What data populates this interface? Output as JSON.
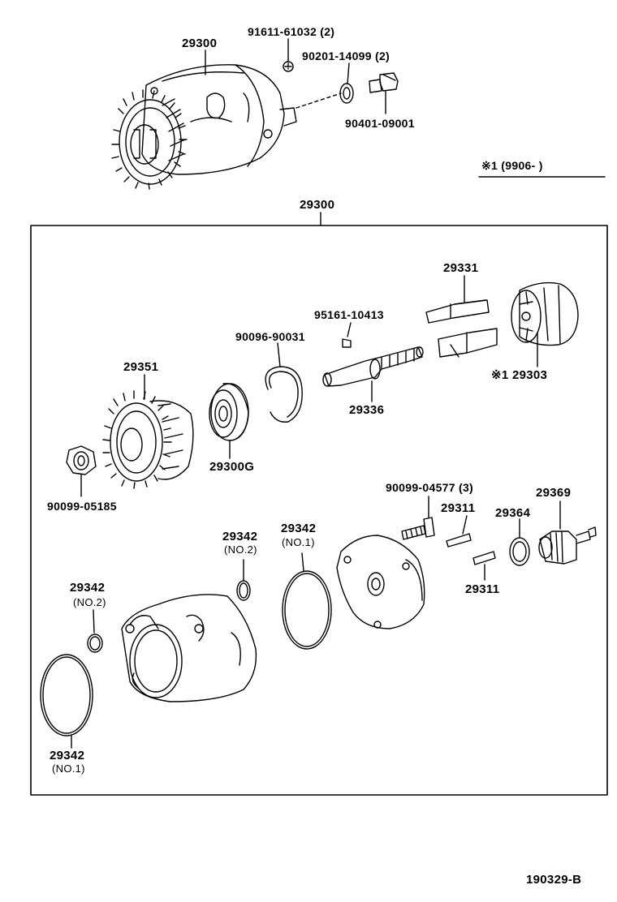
{
  "diagram": {
    "id": "190329-B",
    "note": "※1 (9906- )",
    "assembly_number": "29300",
    "parts": {
      "top_assembly": "29300",
      "screw_top": "91611-61032 (2)",
      "washer_top": "90201-14099 (2)",
      "bolt_top": "90401-09001",
      "rotor_blades": "29331",
      "key": "95161-10413",
      "snap_ring": "90096-90031",
      "gear": "29351",
      "rotor": "※1 29303",
      "shaft": "29336",
      "bearing": "29300G",
      "nut": "90099-05185",
      "screw_plate": "90099-04577 (3)",
      "pin_upper": "29311",
      "o_ring_mid": "29364",
      "valve": "29369",
      "o_ring_no2_center": "29342",
      "o_ring_no2_center_sub": "(NO.2)",
      "o_ring_no1_center": "29342",
      "o_ring_no1_center_sub": "(NO.1)",
      "pin_lower": "29311",
      "o_ring_no2_left": "29342",
      "o_ring_no2_left_sub": "(NO.2)",
      "o_ring_no1_left": "29342",
      "o_ring_no1_left_sub": "(NO.1)"
    }
  }
}
